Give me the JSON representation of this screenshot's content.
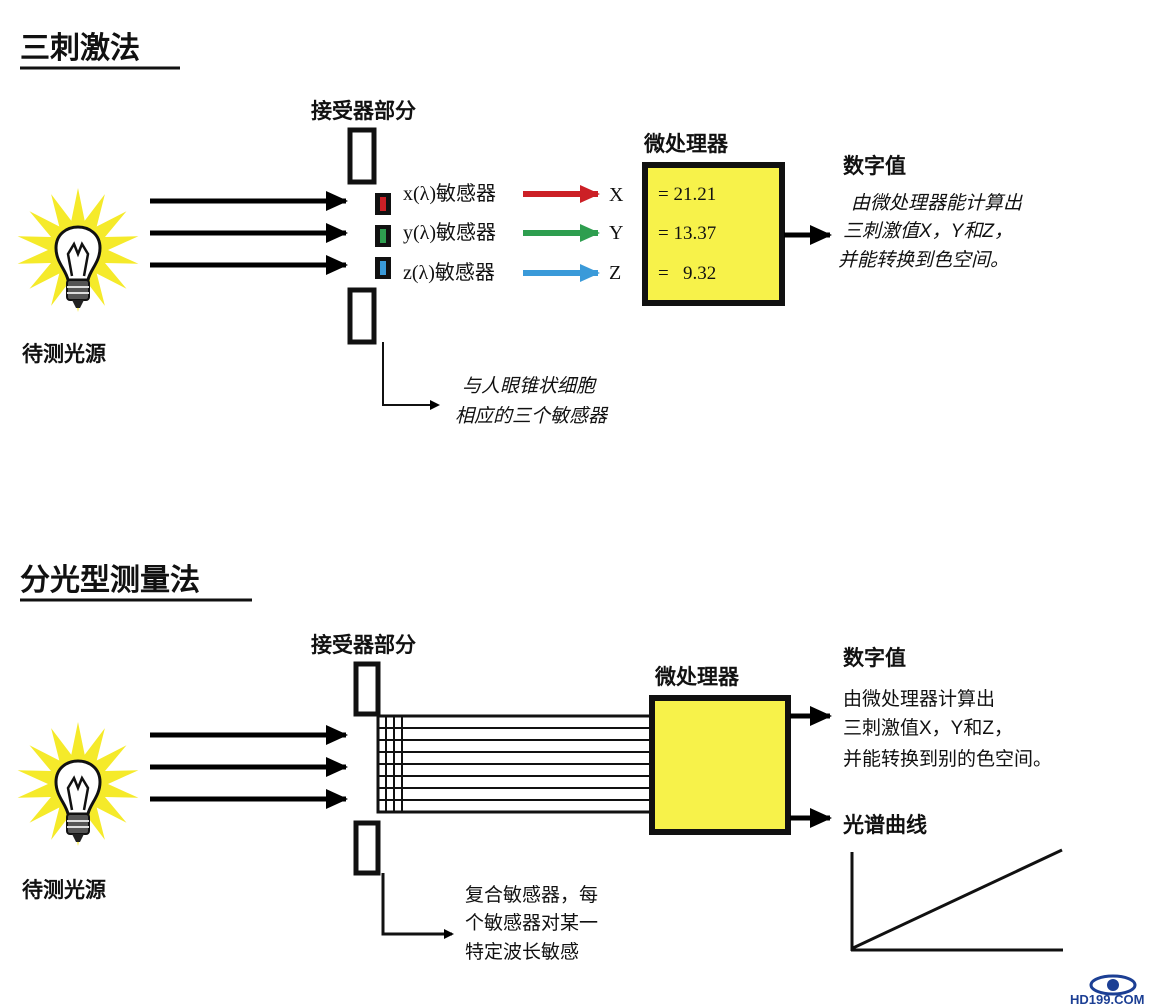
{
  "colors": {
    "sensor_red": "#cc2026",
    "sensor_green": "#2e9e4f",
    "sensor_blue": "#3a9ad9",
    "processor_yellow": "#f7f24a",
    "ray_yellow": "#f5ea2a",
    "logo_blue": "#1c3f94"
  },
  "tristimulus": {
    "title": "三刺激法",
    "source_label": "待测光源",
    "receptor_heading": "接受器部分",
    "sensors": [
      {
        "label": "x(λ)敏感器",
        "output": "X"
      },
      {
        "label": "y(λ)敏感器",
        "output": "Y"
      },
      {
        "label": "z(λ)敏感器",
        "output": "Z"
      }
    ],
    "processor": {
      "heading": "微处理器",
      "values": [
        "= 21.21",
        "= 13.37",
        "=   9.32"
      ]
    },
    "output": {
      "heading": "数字值",
      "desc": [
        "由微处理器能计算出",
        "三刺激值X，Y和Z，",
        "并能转换到色空间。"
      ]
    },
    "note": [
      "与人眼锥状细胞",
      "相应的三个敏感器"
    ]
  },
  "spectro": {
    "title": "分光型测量法",
    "source_label": "待测光源",
    "receptor_heading": "接受器部分",
    "processor": {
      "heading": "微处理器"
    },
    "output": {
      "heading": "数字值",
      "desc": [
        "由微处理器计算出",
        "三刺激值X，Y和Z，",
        "并能转换到别的色空间。"
      ]
    },
    "spectrum_heading": "光谱曲线",
    "note": [
      "复合敏感器，每",
      "个敏感器对某一",
      "特定波长敏感"
    ]
  },
  "logo": {
    "text": "HD199.COM"
  }
}
